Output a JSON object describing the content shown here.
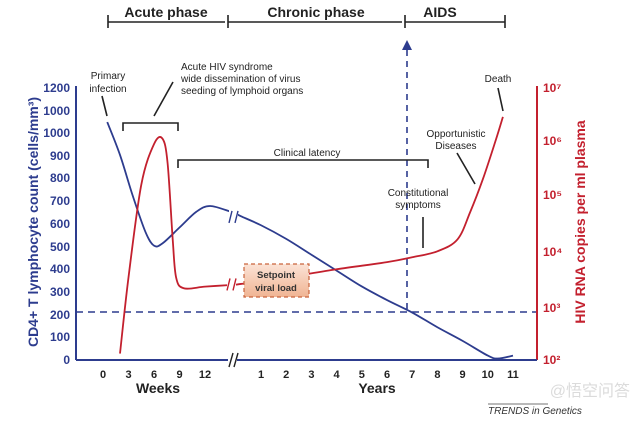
{
  "chart_data": {
    "type": "line",
    "title": "",
    "phases": [
      "Acute phase",
      "Chronic phase",
      "AIDS"
    ],
    "y_left": {
      "label": "CD4+ T lymphocyte count (cells/mm³)",
      "ticks": [
        "1200",
        "1000",
        "1000",
        "900",
        "800",
        "700",
        "600",
        "500",
        "400",
        "300",
        "200",
        "100",
        "0"
      ],
      "range": [
        0,
        1200
      ]
    },
    "y_right": {
      "label": "HIV RNA copies per ml plasma",
      "ticks": [
        "10⁷",
        "10⁶",
        "10⁵",
        "10⁴",
        "10³",
        "10²"
      ],
      "range_log10": [
        2,
        7
      ]
    },
    "x_weeks": {
      "label": "Weeks",
      "ticks": [
        "0",
        "3",
        "6",
        "9",
        "12"
      ]
    },
    "x_years": {
      "label": "Years",
      "ticks": [
        "1",
        "2",
        "3",
        "4",
        "5",
        "6",
        "7",
        "8",
        "9",
        "10",
        "11"
      ]
    },
    "series": [
      {
        "name": "CD4+ T lymphocyte count",
        "color": "#2d3c8e",
        "axis": "left",
        "weeks": [
          [
            0.5,
            1045
          ],
          [
            2,
            900
          ],
          [
            3.5,
            720
          ],
          [
            5,
            560
          ],
          [
            6,
            500
          ],
          [
            7,
            510
          ],
          [
            9,
            580
          ],
          [
            11,
            650
          ],
          [
            12.6,
            675
          ],
          [
            15,
            650
          ]
        ],
        "years": [
          [
            0.2,
            630
          ],
          [
            1,
            590
          ],
          [
            2,
            530
          ],
          [
            3,
            460
          ],
          [
            4,
            390
          ],
          [
            5,
            320
          ],
          [
            6,
            260
          ],
          [
            7,
            205
          ],
          [
            8,
            140
          ],
          [
            9,
            80
          ],
          [
            10,
            15
          ],
          [
            10.4,
            2
          ],
          [
            11,
            15
          ]
        ]
      },
      {
        "name": "HIV RNA copies per ml plasma",
        "color": "#c3202e",
        "axis": "right",
        "unit": "log10",
        "weeks": [
          [
            2,
            2.1
          ],
          [
            3,
            3.5
          ],
          [
            4.5,
            5.2
          ],
          [
            6,
            5.95
          ],
          [
            7,
            6.05
          ],
          [
            7.6,
            5.6
          ],
          [
            8.2,
            4.2
          ],
          [
            8.6,
            3.5
          ],
          [
            9.5,
            3.3
          ],
          [
            12,
            3.33
          ],
          [
            15,
            3.36
          ]
        ],
        "years": [
          [
            0.2,
            3.38
          ],
          [
            2,
            3.5
          ],
          [
            4,
            3.65
          ],
          [
            6,
            3.78
          ],
          [
            7,
            3.87
          ],
          [
            8,
            3.98
          ],
          [
            8.8,
            4.2
          ],
          [
            9.3,
            4.7
          ],
          [
            9.8,
            5.3
          ],
          [
            10.3,
            6.0
          ],
          [
            10.6,
            6.45
          ]
        ]
      }
    ],
    "threshold": {
      "value": 200,
      "style": "dashed"
    },
    "aids_marker_year": 7,
    "annotations": {
      "primary": [
        "Primary",
        "infection"
      ],
      "acute": [
        "Acute HIV syndrome",
        "wide dissemination of virus",
        "seeding of lymphoid organs"
      ],
      "latency": "Clinical latency",
      "constitutional": [
        "Constitutional",
        "symptoms"
      ],
      "opportunistic": [
        "Opportunistic",
        "Diseases"
      ],
      "death": "Death",
      "setpoint": [
        "Setpoint",
        "viral load"
      ]
    },
    "source": "TRENDS in Genetics",
    "watermark": "@悟空问答"
  }
}
